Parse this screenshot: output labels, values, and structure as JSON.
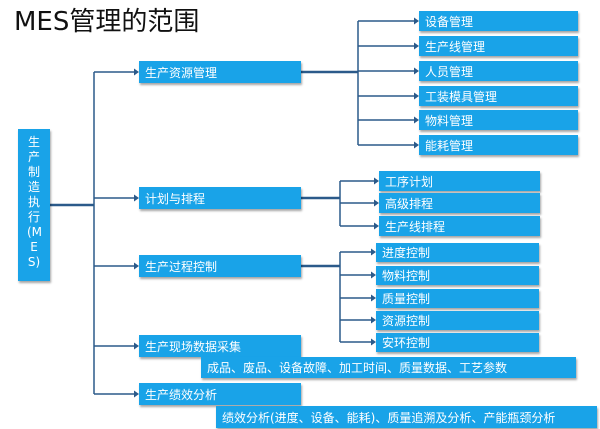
{
  "title": "MES管理的范围",
  "root": {
    "label": "生产制造执行(MES)"
  },
  "branches": [
    {
      "label": "生产资源管理",
      "children": [
        "设备管理",
        "生产线管理",
        "人员管理",
        "工装模具管理",
        "物料管理",
        "能耗管理"
      ]
    },
    {
      "label": "计划与排程",
      "children": [
        "工序计划",
        "高级排程",
        "生产线排程"
      ]
    },
    {
      "label": "生产过程控制",
      "children": [
        "进度控制",
        "物料控制",
        "质量控制",
        "资源控制",
        "安环控制"
      ]
    },
    {
      "label": "生产现场数据采集",
      "detail": "成品、废品、设备故障、加工时间、质量数据、工艺参数"
    },
    {
      "label": "生产绩效分析",
      "detail": "绩效分析(进度、设备、能耗)、质量追溯及分析、产能瓶颈分析"
    }
  ],
  "colors": {
    "box": "#19a3e8",
    "line": "#2b5a8a",
    "text": "#ffffff"
  }
}
